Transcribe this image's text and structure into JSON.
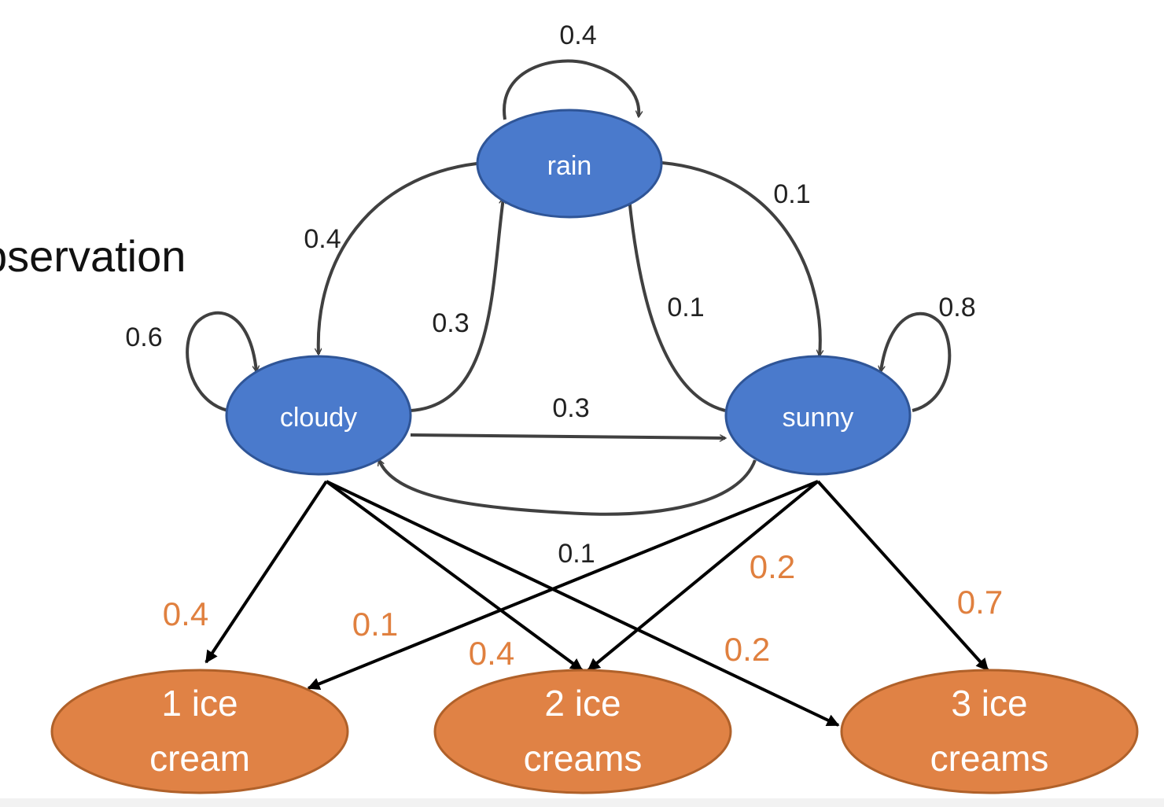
{
  "side_text": "bservation",
  "colors": {
    "hidden_fill": "#4a7acc",
    "hidden_stroke": "#2f5597",
    "obs_fill": "#e08245",
    "obs_stroke": "#b0612a",
    "transition_edge": "#404040",
    "emission_edge": "#000000",
    "emission_label": "#e0803f"
  },
  "hidden_states": {
    "rain": "rain",
    "cloudy": "cloudy",
    "sunny": "sunny"
  },
  "observations": {
    "obs1": {
      "line1": "1 ice",
      "line2": "cream"
    },
    "obs2": {
      "line1": "2 ice",
      "line2": "creams"
    },
    "obs3": {
      "line1": "3 ice",
      "line2": "creams"
    }
  },
  "transitions": {
    "rain_rain": "0.4",
    "rain_cloudy": "0.4",
    "rain_sunny": "0.1",
    "cloudy_cloudy": "0.6",
    "cloudy_rain": "0.3",
    "cloudy_sunny": "0.3",
    "sunny_sunny": "0.8",
    "sunny_rain": "0.1",
    "sunny_cloudy": "0.1"
  },
  "emissions": {
    "cloudy_1": "0.4",
    "cloudy_2": "0.4",
    "cloudy_3": "0.2",
    "sunny_1": "0.1",
    "sunny_2": "0.2",
    "sunny_3": "0.7"
  }
}
